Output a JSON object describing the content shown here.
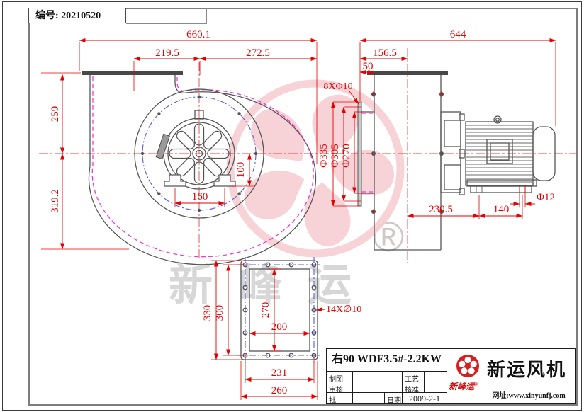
{
  "serial": {
    "label": "编号: 20210520"
  },
  "watermark": {
    "text": "新峰运",
    "registered": "®"
  },
  "front_view": {
    "dims": {
      "overall_width": "660.1",
      "left_width": "219.5",
      "right_width": "272.5",
      "upper_height": "259",
      "lower_height": "319.2",
      "foot_span": "160",
      "foot_height": "100"
    }
  },
  "side_view": {
    "dims": {
      "overall_length": "644",
      "inlet_to_center": "156.5",
      "flange_offset": "50",
      "inlet_bolt_note": "8XΦ10",
      "flange_dia": "Φ335",
      "bolt_circle_dia": "Φ305",
      "inlet_dia": "Φ270",
      "center_to_foot": "230.5",
      "foot_span": "140",
      "foot_hole_dia": "Φ12"
    }
  },
  "outlet_view": {
    "dims": {
      "outer_height": "330",
      "bolt_height": "300",
      "inner_height": "270",
      "inner_width": "200",
      "bolt_width": "231",
      "outer_width": "260",
      "bolt_note": "14X∅10"
    }
  },
  "title_block": {
    "model": "右90 WDF3.5#-2.2KW",
    "labels": {
      "drawn": "制图",
      "process": "工艺",
      "checked": "审核",
      "approved": "核准",
      "ratified": "批",
      "date": "日期"
    },
    "values": {
      "date": "2009-2-1"
    },
    "brand": {
      "company": "新运风机",
      "logo_text": "新峰运",
      "registered": "®",
      "website": "网址:www.xinyunfj.com"
    }
  },
  "colors": {
    "dimension_red": "#e60000",
    "geometry_gray": "#565656",
    "scroll_magenta": "#ee3ccc",
    "bolt_blue": "#5a5ae0",
    "watermark_pink": "#f6ccd1",
    "logo_red": "#d42020"
  }
}
